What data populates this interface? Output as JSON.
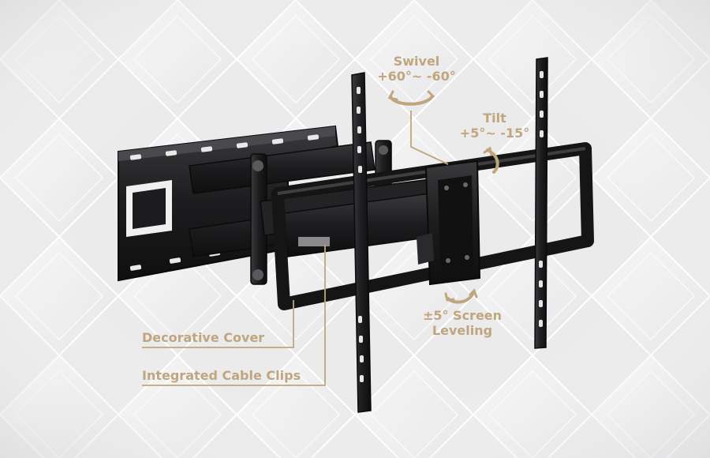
{
  "colors": {
    "background": "#eeeeef",
    "accent": "#bfa67f",
    "metal": "#1c1c1e"
  },
  "labels": {
    "swivel": {
      "title": "Swivel",
      "range": "+60°~ -60°"
    },
    "tilt": {
      "title": "Tilt",
      "range": "+5°~ -15°"
    },
    "leveling": {
      "line1": "±5° Screen",
      "line2": "Leveling"
    },
    "decorative_cover": "Decorative Cover",
    "cable_clips": "Integrated Cable Clips"
  },
  "icons": {
    "swivel": "curved-double-arrow-icon",
    "tilt": "curved-double-arrow-icon",
    "leveling": "curved-double-arrow-icon"
  }
}
